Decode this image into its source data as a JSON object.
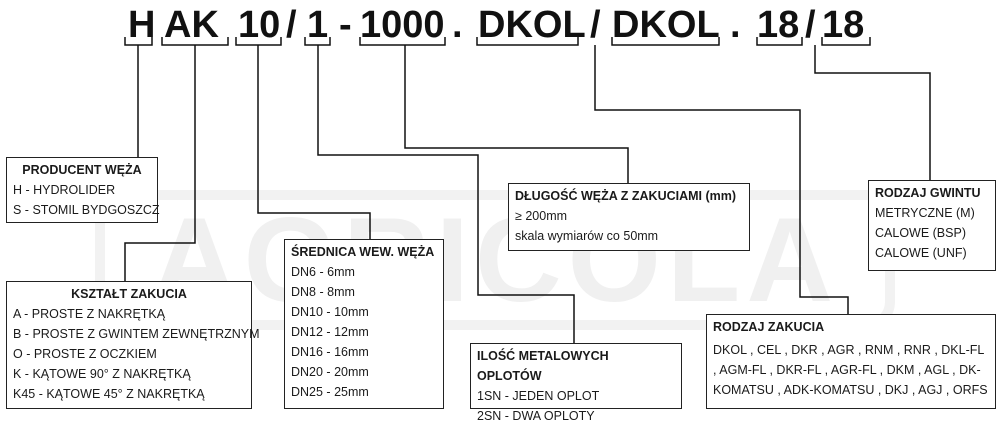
{
  "code": {
    "segments": [
      {
        "id": "h",
        "text": "H"
      },
      {
        "id": "ak",
        "text": "AK"
      },
      {
        "id": "dn",
        "text": "10"
      },
      {
        "id": "s1",
        "text": "/"
      },
      {
        "id": "braid",
        "text": "1"
      },
      {
        "id": "d1",
        "text": "-"
      },
      {
        "id": "len",
        "text": "1000"
      },
      {
        "id": "p1",
        "text": "."
      },
      {
        "id": "fit1",
        "text": "DKOL"
      },
      {
        "id": "s2",
        "text": "/"
      },
      {
        "id": "fit2",
        "text": "DKOL"
      },
      {
        "id": "p2",
        "text": "."
      },
      {
        "id": "th1",
        "text": "18"
      },
      {
        "id": "s3",
        "text": "/"
      },
      {
        "id": "th2",
        "text": "18"
      }
    ]
  },
  "watermark": {
    "text": "AGRICOLA"
  },
  "boxes": {
    "producer": {
      "title": "PRODUCENT WĘŻA",
      "items": [
        "H - HYDROLIDER",
        "S - STOMIL BYDGOSZCZ"
      ]
    },
    "shape": {
      "title": "KSZTAŁT ZAKUCIA",
      "items": [
        "A - PROSTE Z NAKRĘTKĄ",
        "B - PROSTE Z GWINTEM ZEWNĘTRZNYM",
        "O - PROSTE Z OCZKIEM",
        "K - KĄTOWE 90° Z NAKRĘTKĄ",
        "K45 - KĄTOWE 45° Z NAKRĘTKĄ"
      ]
    },
    "diameter": {
      "title": "ŚREDNICA WEW. WĘŻA",
      "items": [
        "DN6 - 6mm",
        "DN8 - 8mm",
        "DN10 - 10mm",
        "DN12 - 12mm",
        "DN16 - 16mm",
        "DN20 - 20mm",
        "DN25 - 25mm"
      ]
    },
    "braids": {
      "title": "ILOŚĆ METALOWYCH OPLOTÓW",
      "items": [
        "1SN - JEDEN OPLOT",
        "2SN - DWA OPLOTY"
      ]
    },
    "length": {
      "title": "DŁUGOŚĆ WĘŻA Z ZAKUCIAMI (mm)",
      "items": [
        "≥ 200mm",
        "skala wymiarów co 50mm"
      ]
    },
    "fitting": {
      "title": "RODZAJ ZAKUCIA",
      "text": "DKOL , CEL , DKR , AGR , RNM , RNR , DKL-FL , AGM-FL , DKR-FL , AGR-FL , DKM , AGL , DK-KOMATSU , ADK-KOMATSU , DKJ , AGJ , ORFS"
    },
    "thread": {
      "title": "RODZAJ GWINTU",
      "items": [
        "METRYCZNE (M)",
        "CALOWE (BSP)",
        "CALOWE (UNF)"
      ]
    }
  }
}
